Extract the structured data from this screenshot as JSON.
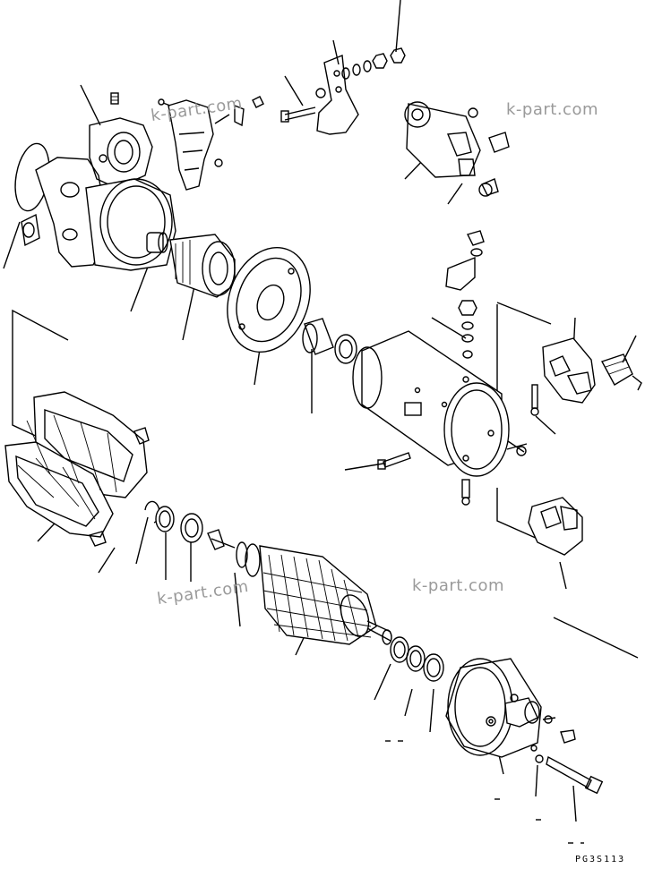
{
  "watermarks": [
    "k-part.com",
    "k-part.com",
    "k-part.com",
    "k-part.com"
  ],
  "figure_number": "PG3S113",
  "colors": {
    "line": "#000000",
    "watermark": "#9a9a9a",
    "background": "#ffffff"
  }
}
